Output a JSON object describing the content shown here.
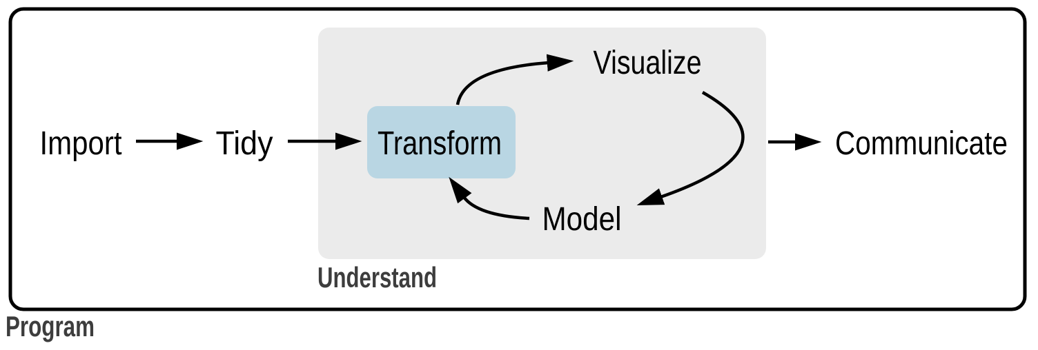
{
  "diagram_type": "flowchart",
  "nodes": {
    "import": {
      "label": "Import"
    },
    "tidy": {
      "label": "Tidy"
    },
    "transform": {
      "label": "Transform",
      "highlighted": true
    },
    "visualize": {
      "label": "Visualize"
    },
    "model": {
      "label": "Model"
    },
    "communicate": {
      "label": "Communicate"
    }
  },
  "groups": {
    "understand": {
      "label": "Understand",
      "contains": [
        "Transform",
        "Visualize",
        "Model"
      ]
    },
    "program": {
      "label": "Program",
      "contains": [
        "Import",
        "Tidy",
        "Transform",
        "Visualize",
        "Model",
        "Communicate"
      ]
    }
  },
  "edges": [
    {
      "from": "Import",
      "to": "Tidy",
      "style": "straight"
    },
    {
      "from": "Tidy",
      "to": "Transform",
      "style": "straight"
    },
    {
      "from": "Transform",
      "to": "Visualize",
      "style": "curved"
    },
    {
      "from": "Visualize",
      "to": "Model",
      "style": "curved"
    },
    {
      "from": "Model",
      "to": "Transform",
      "style": "curved"
    },
    {
      "from": "Understand",
      "to": "Communicate",
      "style": "straight"
    }
  ],
  "colors": {
    "node_highlight_fill": "#b9d6e3",
    "group_fill": "#ebebeb",
    "arrow": "#000000",
    "node_text": "#000000",
    "group_label_text": "#3d3d3d",
    "outer_border": "#000000",
    "background": "#ffffff"
  }
}
